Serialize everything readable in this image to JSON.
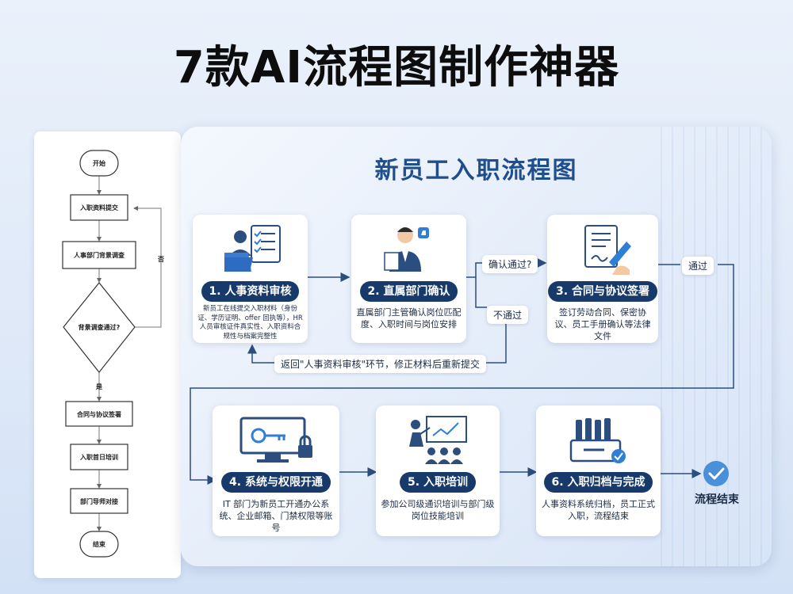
{
  "page": {
    "title": "7款AI流程图制作神器"
  },
  "flowchart": {
    "start": "开始",
    "submit": "入职资料提交",
    "check": "人事部门背景调查",
    "decision": "背景调查通过?",
    "no_label": "否",
    "yes_label": "是",
    "sign": "合同与协议签署",
    "training": "入职首日培训",
    "mentor": "部门导师对接",
    "end": "结束"
  },
  "infographic": {
    "title": "新员工入职流程图",
    "steps": [
      {
        "label": "1. 人事资料审核",
        "desc": "新员工在线提交入职材料（身份证、学历证明、offer 回执等），HR 人员审核证件真实性、入职资料合规性与档案完整性"
      },
      {
        "label": "2. 直属部门确认",
        "desc": "直属部门主管确认岗位匹配度、入职时间与岗位安排"
      },
      {
        "label": "3. 合同与协议签署",
        "desc": "签订劳动合同、保密协议、员工手册确认等法律文件"
      },
      {
        "label": "4. 系统与权限开通",
        "desc": "IT 部门为新员工开通办公系统、企业邮箱、门禁权限等账号"
      },
      {
        "label": "5. 入职培训",
        "desc": "参加公司级通识培训与部门级岗位技能培训"
      },
      {
        "label": "6. 入职归档与完成",
        "desc": "人事资料系统归档，员工正式入职，流程结束"
      }
    ],
    "confirm_tag": "确认通过?",
    "reject_tag": "不通过",
    "pass_tag": "通过",
    "return_note": "返回\"人事资料审核\"环节，修正材料后重新提交",
    "end_label": "流程结束"
  },
  "colors": {
    "navy": "#173a6b",
    "accent": "#2f7fd6",
    "check": "#4a90d9"
  }
}
